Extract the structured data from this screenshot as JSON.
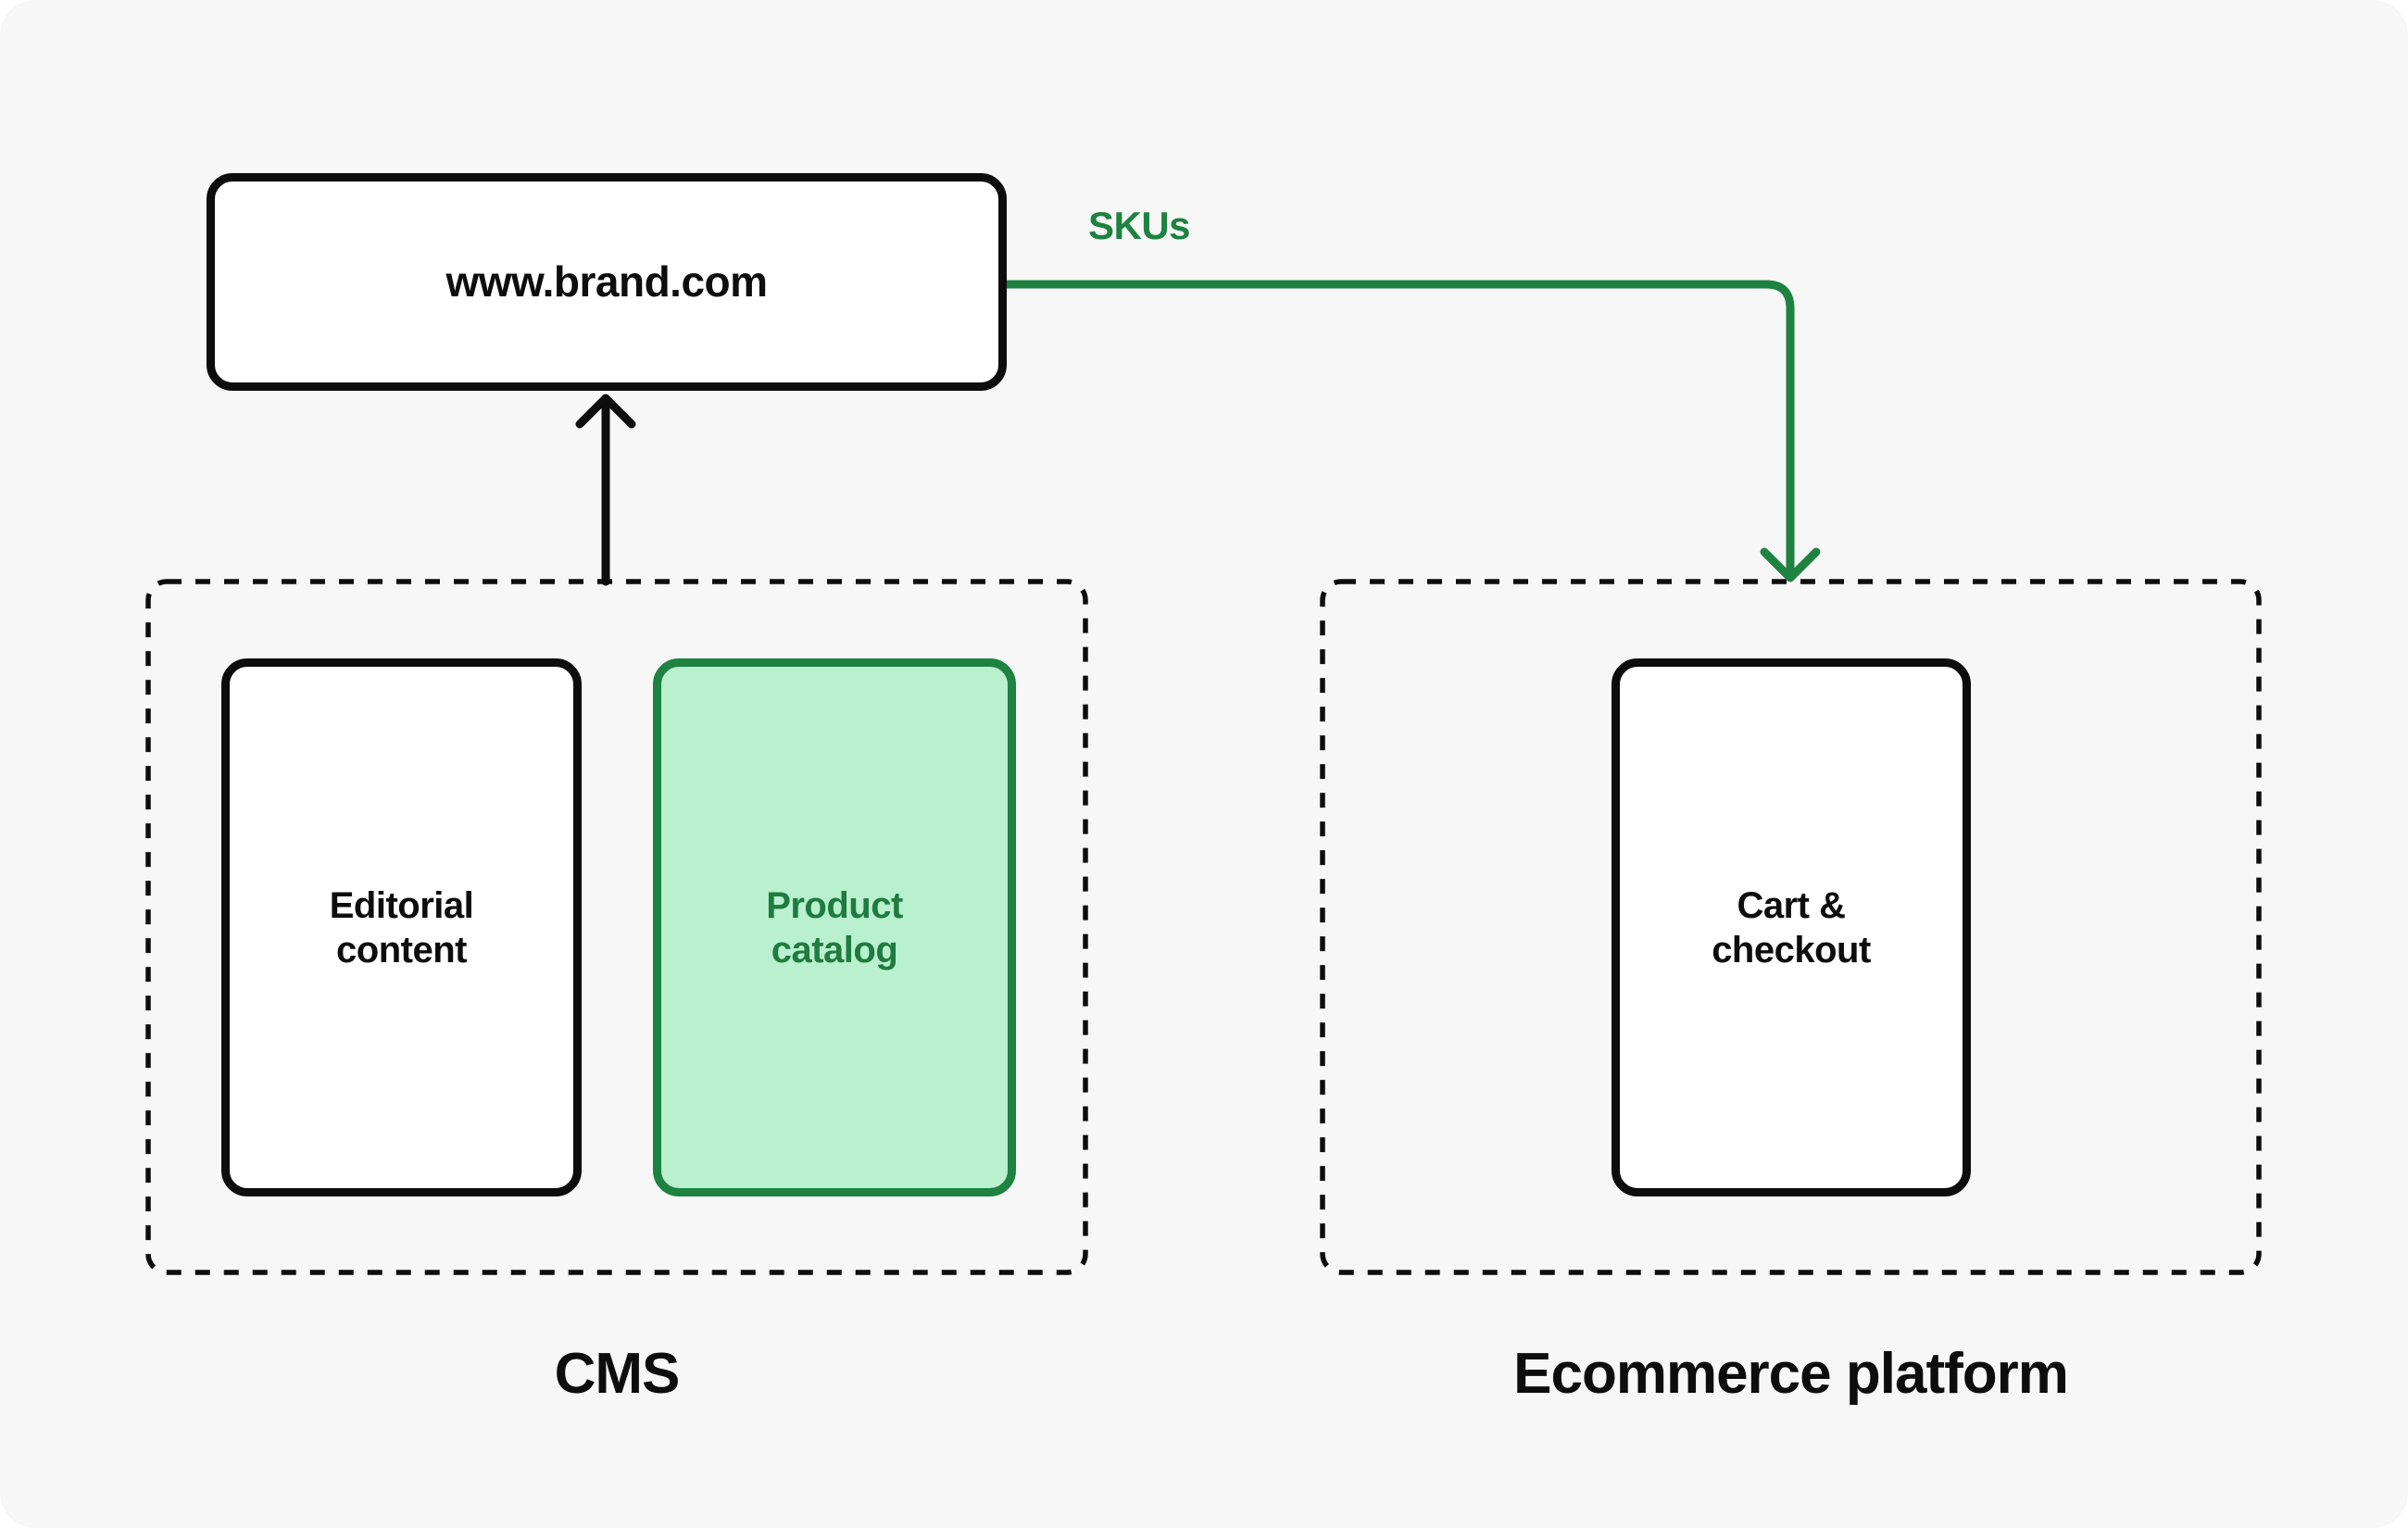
{
  "nodes": {
    "website": {
      "label": "www.brand.com"
    },
    "editorial": {
      "label": "Editorial content"
    },
    "product": {
      "label": "Product catalog",
      "highlighted": true
    },
    "cart": {
      "label": "Cart & checkout"
    }
  },
  "groups": {
    "cms": {
      "label": "CMS"
    },
    "ecommerce": {
      "label": "Ecommerce platform"
    }
  },
  "connections": {
    "sku_flow": {
      "label": "SKUs",
      "from": "www.brand.com",
      "to": "Ecommerce platform"
    },
    "cms_to_website": {
      "from": "CMS",
      "to": "www.brand.com"
    }
  },
  "colors": {
    "surface": "#f7f7f7",
    "ink": "#0d0d0d",
    "accent_green": "#1e8240",
    "accent_green_fill": "#b9f0cd",
    "accent_green_text": "#1f7b40"
  }
}
